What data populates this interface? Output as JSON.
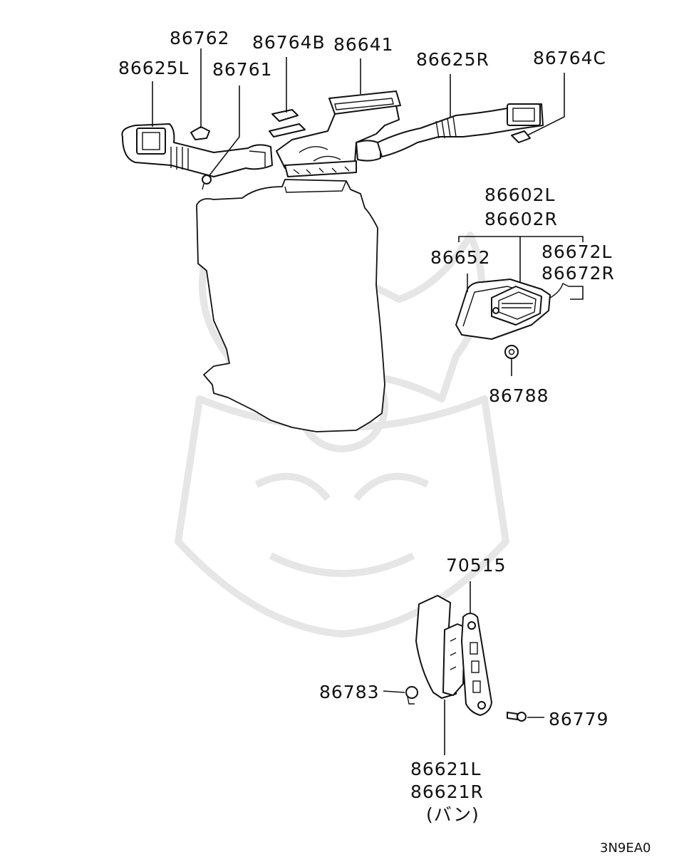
{
  "labels": {
    "p86762": "86762",
    "p86764B": "86764B",
    "p86641": "86641",
    "p86625L": "86625L",
    "p86761": "86761",
    "p86625R": "86625R",
    "p86764C": "86764C",
    "p86602L": "86602L",
    "p86602R": "86602R",
    "p86652": "86652",
    "p86672L": "86672L",
    "p86672R": "86672R",
    "p86788": "86788",
    "p70515": "70515",
    "p86783": "86783",
    "p86779": "86779",
    "p86621L": "86621L",
    "p86621R": "86621R",
    "van_note": "(バン)"
  },
  "diagram_code": "3N9EA0",
  "colors": {
    "line": "#111111",
    "watermark": "#e6e6e6"
  }
}
